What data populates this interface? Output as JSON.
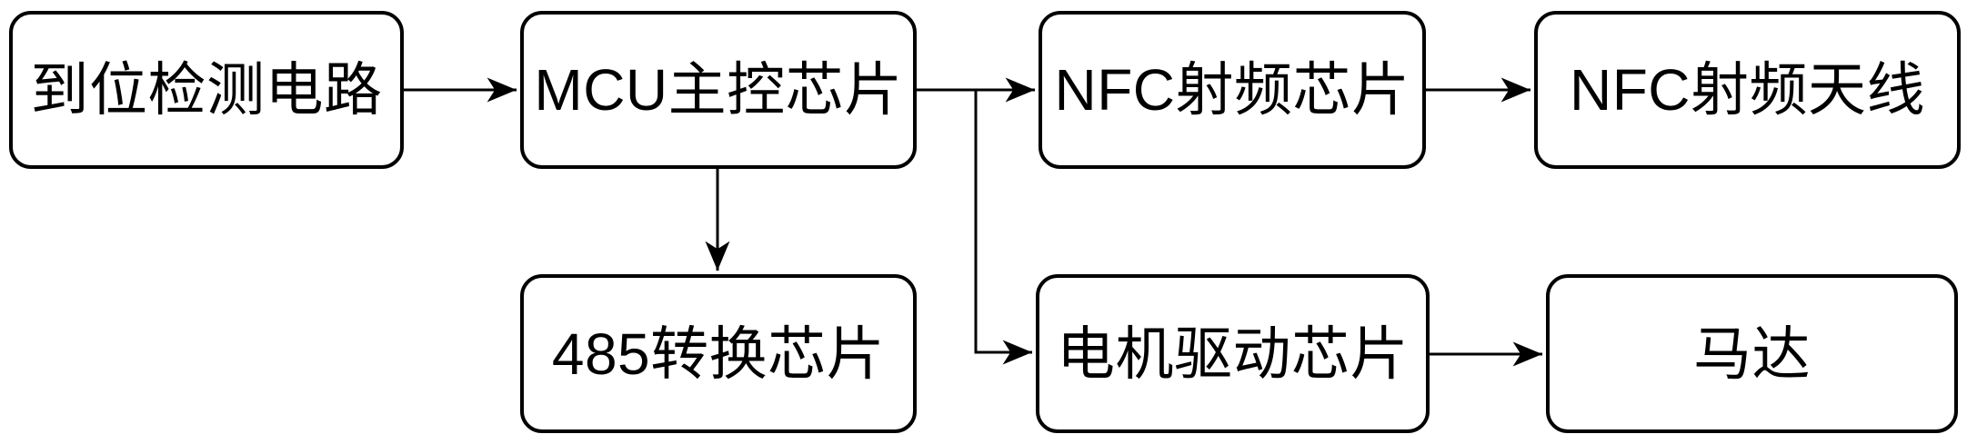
{
  "diagram": {
    "background_color": "#ffffff",
    "line_color": "#000000",
    "text_color": "#000000",
    "nodes": {
      "position_detect": {
        "label": "到位检测电路"
      },
      "mcu": {
        "label": "MCU主控芯片"
      },
      "nfc_chip": {
        "label": "NFC射频芯片"
      },
      "nfc_antenna": {
        "label": "NFC射频天线"
      },
      "converter_485": {
        "label": "485转换芯片"
      },
      "motor_driver": {
        "label": "电机驱动芯片"
      },
      "motor": {
        "label": "马达"
      }
    },
    "connections": [
      {
        "from": "到位检测电路",
        "to": "MCU主控芯片",
        "direction": "right"
      },
      {
        "from": "MCU主控芯片",
        "to": "NFC射频芯片",
        "direction": "right"
      },
      {
        "from": "MCU主控芯片",
        "to": "485转换芯片",
        "direction": "down"
      },
      {
        "from": "MCU主控芯片",
        "to": "电机驱动芯片",
        "direction": "down-right"
      },
      {
        "from": "NFC射频芯片",
        "to": "NFC射频天线",
        "direction": "right"
      },
      {
        "from": "电机驱动芯片",
        "to": "马达",
        "direction": "right"
      }
    ]
  }
}
